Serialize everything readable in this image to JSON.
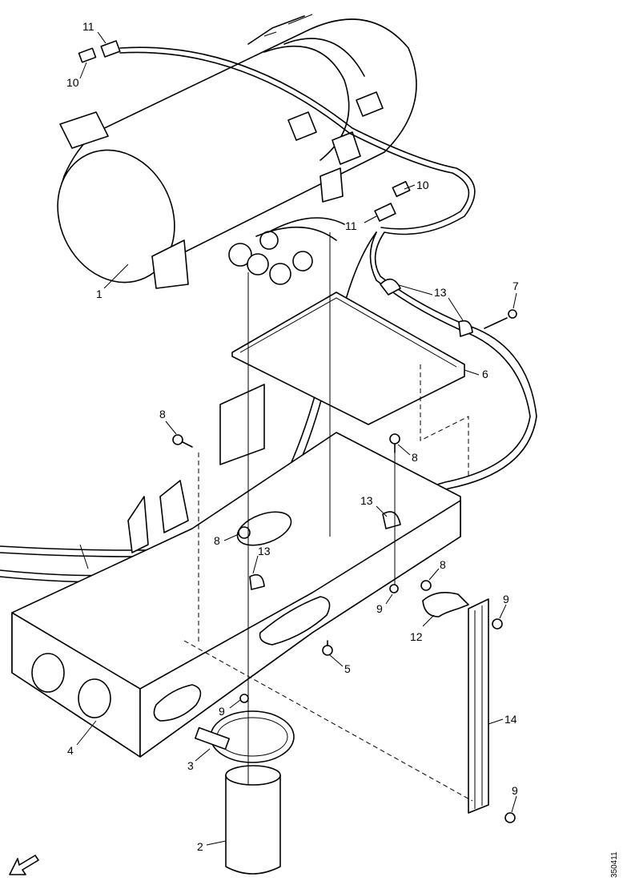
{
  "reference_code": "350411",
  "callouts": {
    "c1": "1",
    "c2": "2",
    "c3": "3",
    "c4": "4",
    "c5": "5",
    "c6": "6",
    "c7": "7",
    "c8a": "8",
    "c8b": "8",
    "c8c": "8",
    "c8d": "8",
    "c9a": "9",
    "c9b": "9",
    "c9c": "9",
    "c9d": "9",
    "c10a": "10",
    "c10b": "10",
    "c11a": "11",
    "c11b": "11",
    "c12": "12",
    "c13a": "13",
    "c13b": "13",
    "c13c": "13",
    "c14": "14"
  }
}
